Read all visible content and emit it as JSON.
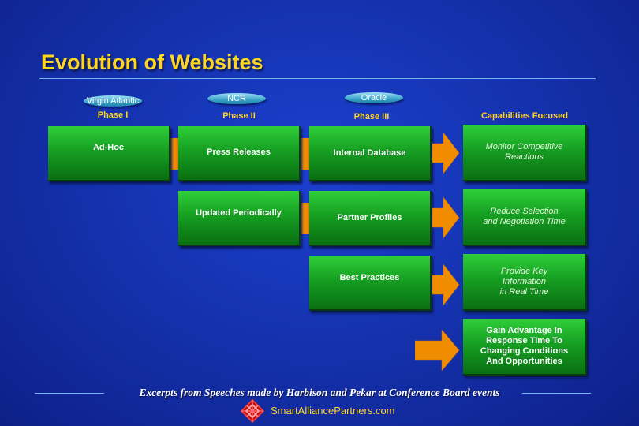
{
  "title": "Evolution of Websites",
  "companies": [
    "Virgin Atlantic",
    "NCR",
    "Oracle"
  ],
  "columns": [
    "Phase I",
    "Phase II",
    "Phase III",
    "Capabilities Focused"
  ],
  "phase1": [
    "Ad-Hoc"
  ],
  "phase2": [
    "Press Releases",
    "Updated Periodically"
  ],
  "phase3": [
    "Internal Database",
    "Partner Profiles",
    "Best Practices"
  ],
  "capabilities": [
    [
      "Monitor Competitive",
      "Reactions"
    ],
    [
      "Reduce Selection",
      "and Negotiation Time"
    ],
    [
      "Provide Key",
      "Information",
      "in Real Time"
    ],
    [
      "Gain Advantage In",
      "Response Time To",
      "Changing Conditions",
      "And Opportunities"
    ]
  ],
  "footer": "Excerpts from Speeches made by Harbison and Pekar at Conference Board events",
  "logo": "SmartAlliancePartners.com",
  "colors": {
    "title": "#ffd51f",
    "box": "#169f22",
    "arrow": "#f08c00",
    "background": "#1533b0"
  }
}
